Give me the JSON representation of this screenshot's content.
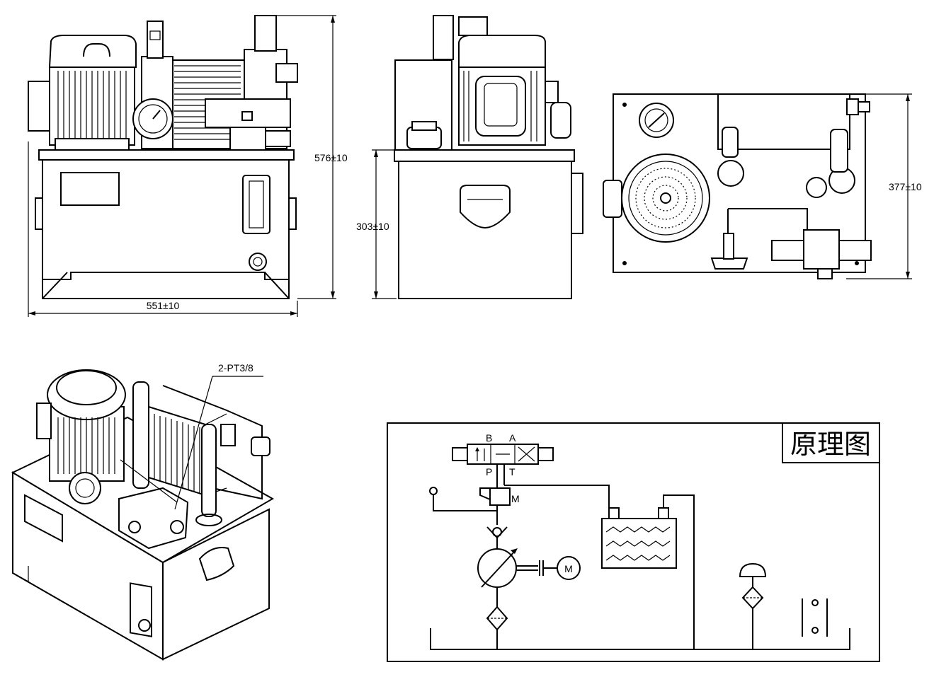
{
  "dimensions": {
    "front_width": "551±10",
    "front_height": "576±10",
    "side_tank_height": "303±10",
    "top_depth": "377±10"
  },
  "iso_view": {
    "port_callout": "2-PT3/8"
  },
  "schematic": {
    "title": "原理图",
    "valve_port_b": "B",
    "valve_port_a": "A",
    "valve_port_p": "P",
    "valve_port_t": "T",
    "relief_label": "M",
    "motor_label": "M"
  }
}
